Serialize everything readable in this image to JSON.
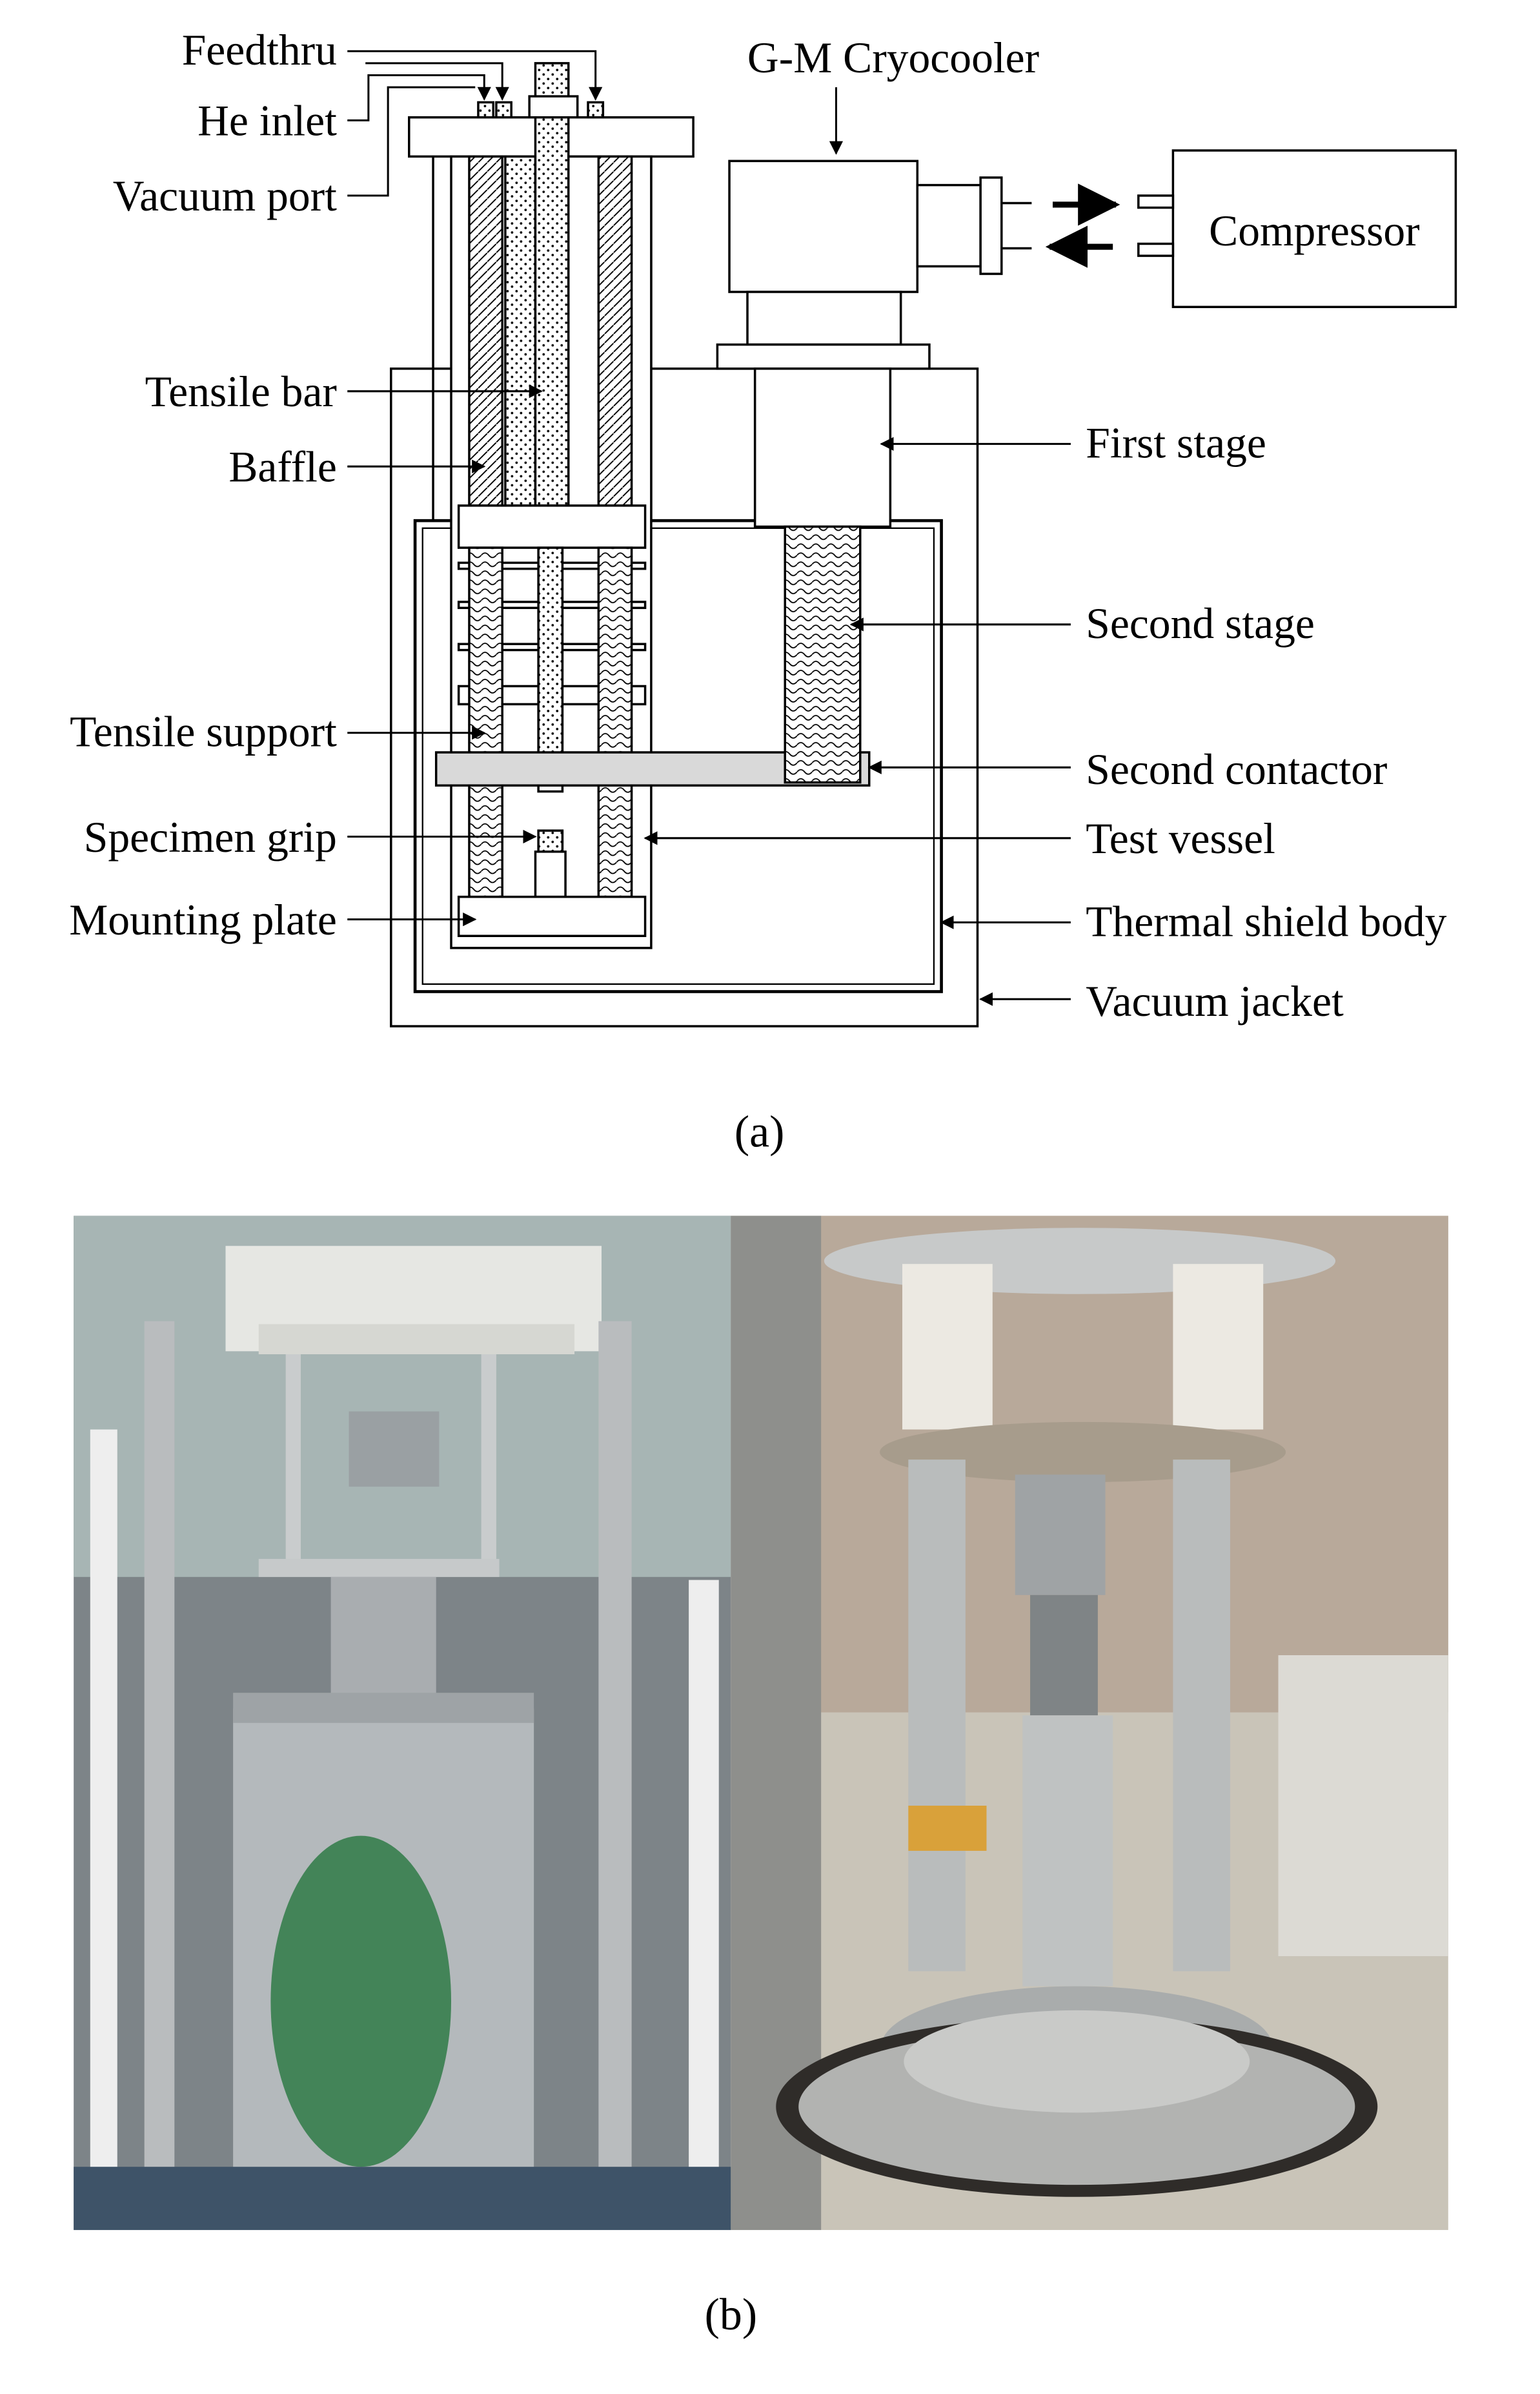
{
  "diagram": {
    "left_labels": [
      "Feedthru",
      "He inlet",
      "Vacuum port",
      "Tensile bar",
      "Baffle",
      "Tensile support",
      "Specimen grip",
      "Mounting plate"
    ],
    "right_labels": [
      "First stage",
      "Second stage",
      "Second contactor",
      "Test vessel",
      "Thermal shield body",
      "Vacuum jacket"
    ],
    "cryocooler_label": "G-M Cryocooler",
    "compressor_label": "Compressor"
  },
  "captions": {
    "a": "(a)",
    "b": "(b)"
  },
  "colors": {
    "line": "#000000",
    "contactor_fill": "#d9d9d9",
    "photo_bg": "#8a8f94"
  }
}
